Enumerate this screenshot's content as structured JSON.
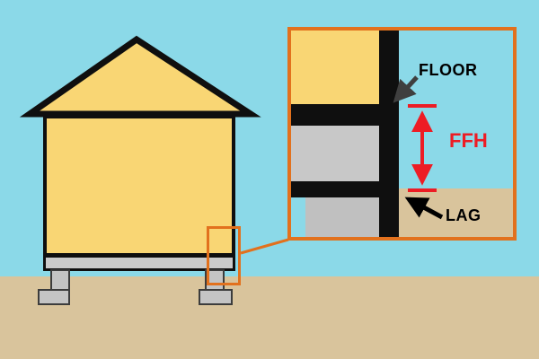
{
  "diagram": {
    "description": "House elevation with zoomed detail of finished floor height above lowest adjacent grade"
  },
  "colors": {
    "sky": "#8BD9E8",
    "ground": "#D9C49C",
    "wall": "#F9D674",
    "outline": "#0f0f0f",
    "orange": "#E2711D",
    "red": "#ED1C24",
    "text": "#000000",
    "arrow_gray": "#3f3f3f"
  },
  "inset": {
    "floor_label": "FLOOR",
    "ffh_label": "FFH",
    "lag_label": "LAG"
  }
}
